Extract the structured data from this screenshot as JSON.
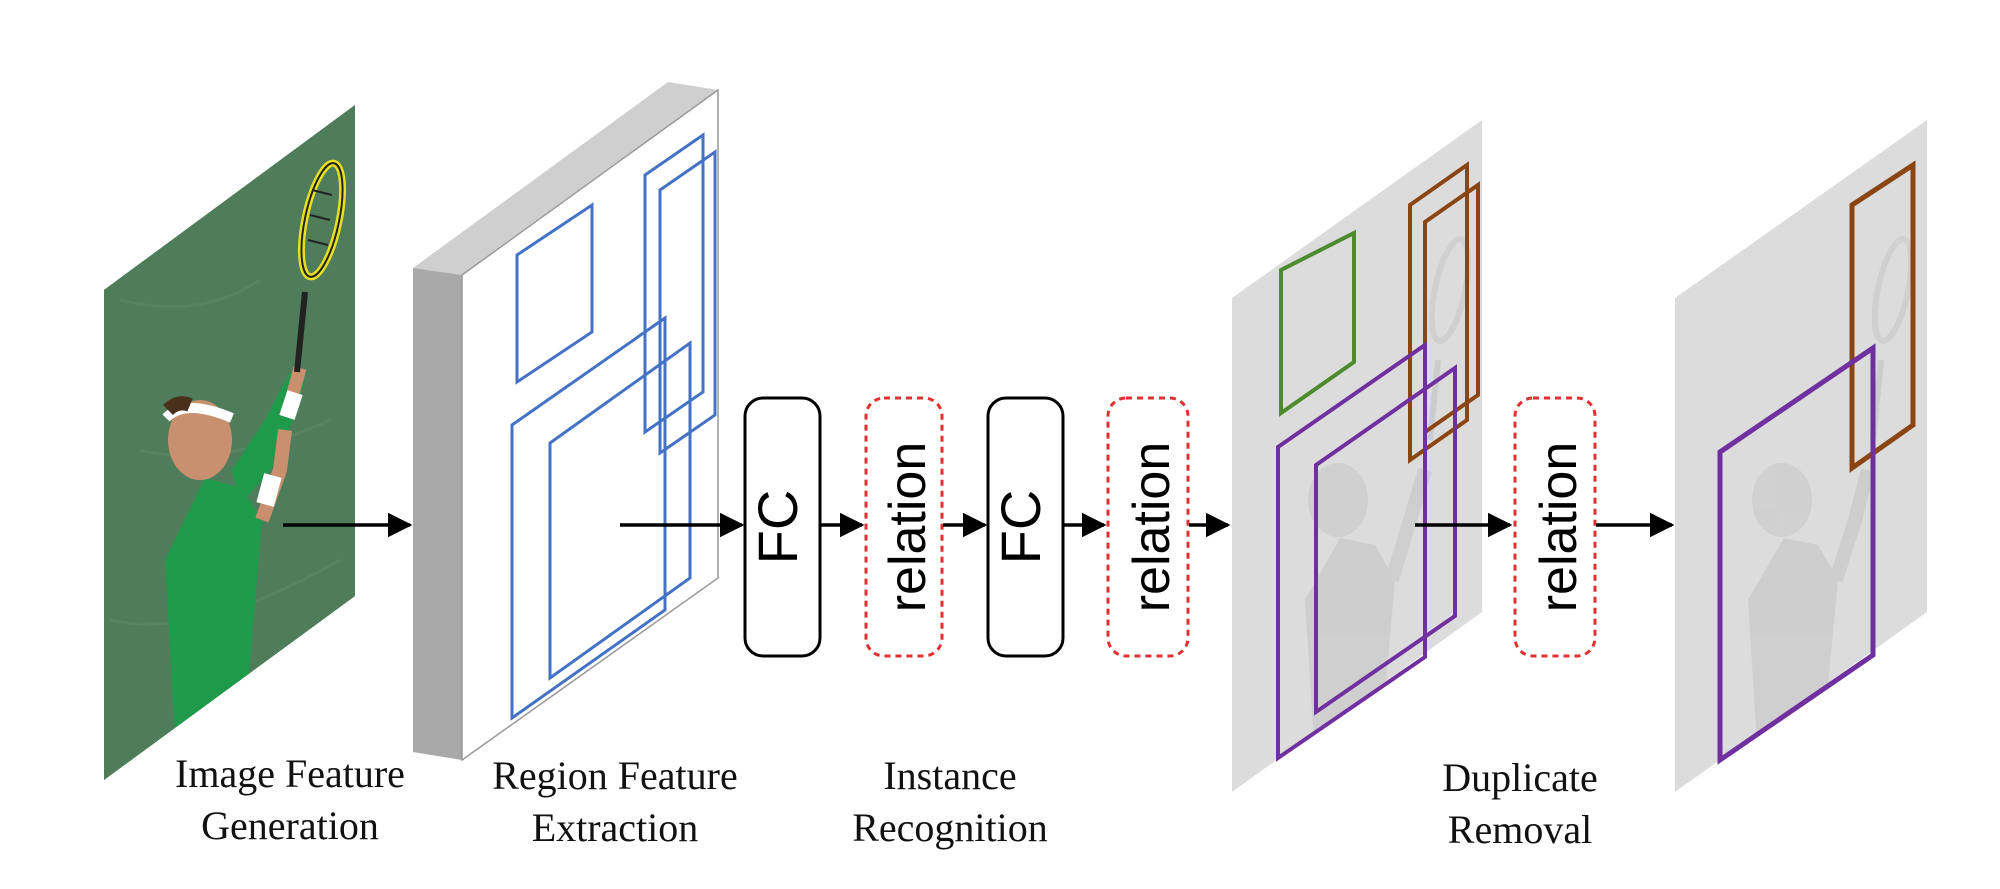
{
  "modules": {
    "fc_1": "FC",
    "relation_1": "relation",
    "fc_2": "FC",
    "relation_2": "relation",
    "relation_3": "relation"
  },
  "stages": {
    "image_feature_line1": "Image Feature",
    "image_feature_line2": "Generation",
    "region_feature_line1": "Region Feature",
    "region_feature_line2": "Extraction",
    "instance_line1": "Instance",
    "instance_line2": "Recognition",
    "duplicate_line1": "Duplicate",
    "duplicate_line2": "Removal"
  },
  "colors": {
    "box_blue": "#4472c4",
    "relation_red": "#e03030",
    "box_green": "#4e8a2e",
    "box_brown": "#8b4513",
    "box_purple": "#7030a0",
    "court_green": "#4f7c5a",
    "shirt_green": "#1e9b4a",
    "ball_yellow": "#e8e020",
    "feature_gray": "#a9a9a9",
    "gray_panel": "#dcdcdc"
  },
  "icons": {
    "input_image": "tennis-player-image",
    "feature_map": "feature-map-slab",
    "detections_image": "grayscale-detections-image",
    "final_image": "grayscale-final-image"
  }
}
